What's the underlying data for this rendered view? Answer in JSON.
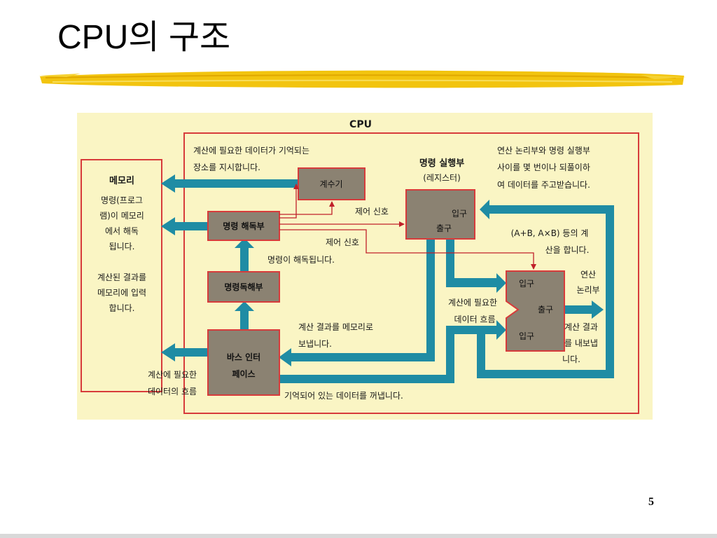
{
  "title": "CPU의 구조",
  "page_number": "5",
  "colors": {
    "diagram_background": "#faf5c4",
    "border_red": "#d73b3b",
    "unit_box": "#8b8272",
    "arrow_teal": "#1f8ca4",
    "signal_red": "#c0202a",
    "highlight_yellow": "#f2c40f"
  },
  "diagram": {
    "cpu_label": "CPU",
    "memory": {
      "title": "메모리",
      "desc1": [
        "명령(프로그",
        "램)이 메모리",
        "에서 해독",
        "됩니다."
      ],
      "desc2": [
        "계산된 결과를",
        "메모리에 입력",
        "합니다."
      ]
    },
    "counter": {
      "label": "계수기"
    },
    "decoder_unit": {
      "label": "명령 해독부"
    },
    "decoder": {
      "label": "명령독해부"
    },
    "bus_interface": {
      "label": [
        "바스 인터",
        "페이스"
      ]
    },
    "execution_unit": {
      "title": "명령 실행부",
      "subtitle": "(레지스터)",
      "input": "입구",
      "output": "출구"
    },
    "alu": {
      "input1": "입구",
      "output": "출구",
      "input2": "입구",
      "name": [
        "연산",
        "논리부"
      ]
    },
    "annotations": {
      "address_note": [
        "계산에 필요한 데이터가 기억되는",
        "장소를 지시합니다."
      ],
      "control_signal_1": "제어 신호",
      "control_signal_2": "제어 신호",
      "decoded_note": "명령이 해독됩니다.",
      "alu_exchange_note": [
        "연산 논리부와 명령 실행부",
        "사이를 몇 번이나 되풀이하",
        "여 데이터를 주고받습니다."
      ],
      "calc_example": [
        "(A+B, A×B) 등의 계",
        "산을 합니다."
      ],
      "data_flow_mid": [
        "계산에 필요한",
        "데이터 흐름"
      ],
      "send_result": [
        "계산 결과를 메모리로",
        "보냅니다."
      ],
      "alu_result_out": [
        "계산 결과",
        "를 내보냅",
        "니다."
      ],
      "data_flow_left": [
        "계산에 필요한",
        "데이터의 흐름"
      ],
      "fetch_note": "기억되어 있는 데이터를 꺼냅니다."
    }
  }
}
